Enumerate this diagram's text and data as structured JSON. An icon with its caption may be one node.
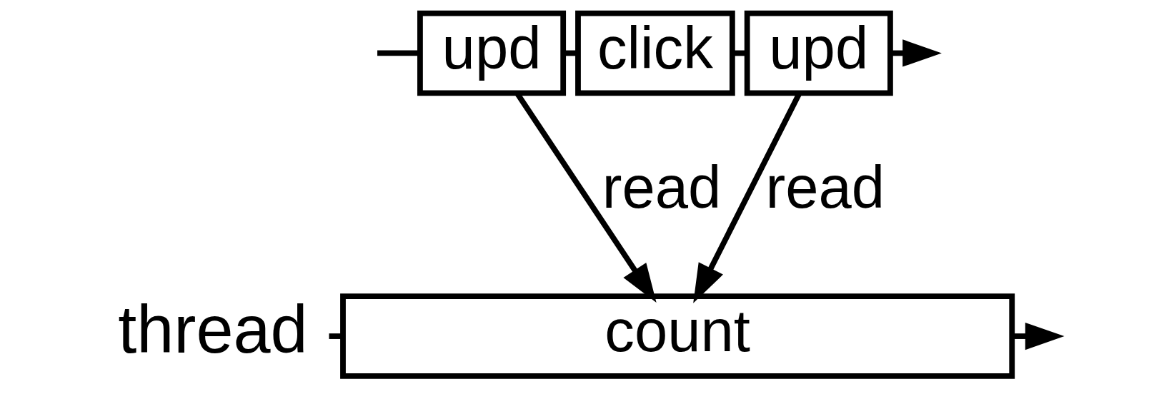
{
  "diagram": {
    "nodes": [
      {
        "text": [
          "upd"
        ]
      },
      {
        "text": [
          "click"
        ]
      },
      {
        "text": [
          "upd"
        ]
      },
      {
        "text": [
          "thread"
        ]
      },
      {
        "text": [
          "count"
        ]
      }
    ],
    "edges": [
      {
        "from": null,
        "to": 0,
        "arrow": "none"
      },
      {
        "from": 0,
        "to": 1,
        "arrow": "none"
      },
      {
        "from": 1,
        "to": 2,
        "arrow": "none"
      },
      {
        "from": 2,
        "to": null,
        "arrow": "to"
      },
      {
        "from": 0,
        "to": 4,
        "arrow": "to",
        "label": "read"
      },
      {
        "from": 2,
        "to": 4,
        "arrow": "to",
        "label": "read"
      },
      {
        "from": 3,
        "to": 4,
        "arrow": "none"
      },
      {
        "from": 4,
        "to": null,
        "arrow": "to"
      }
    ]
  }
}
